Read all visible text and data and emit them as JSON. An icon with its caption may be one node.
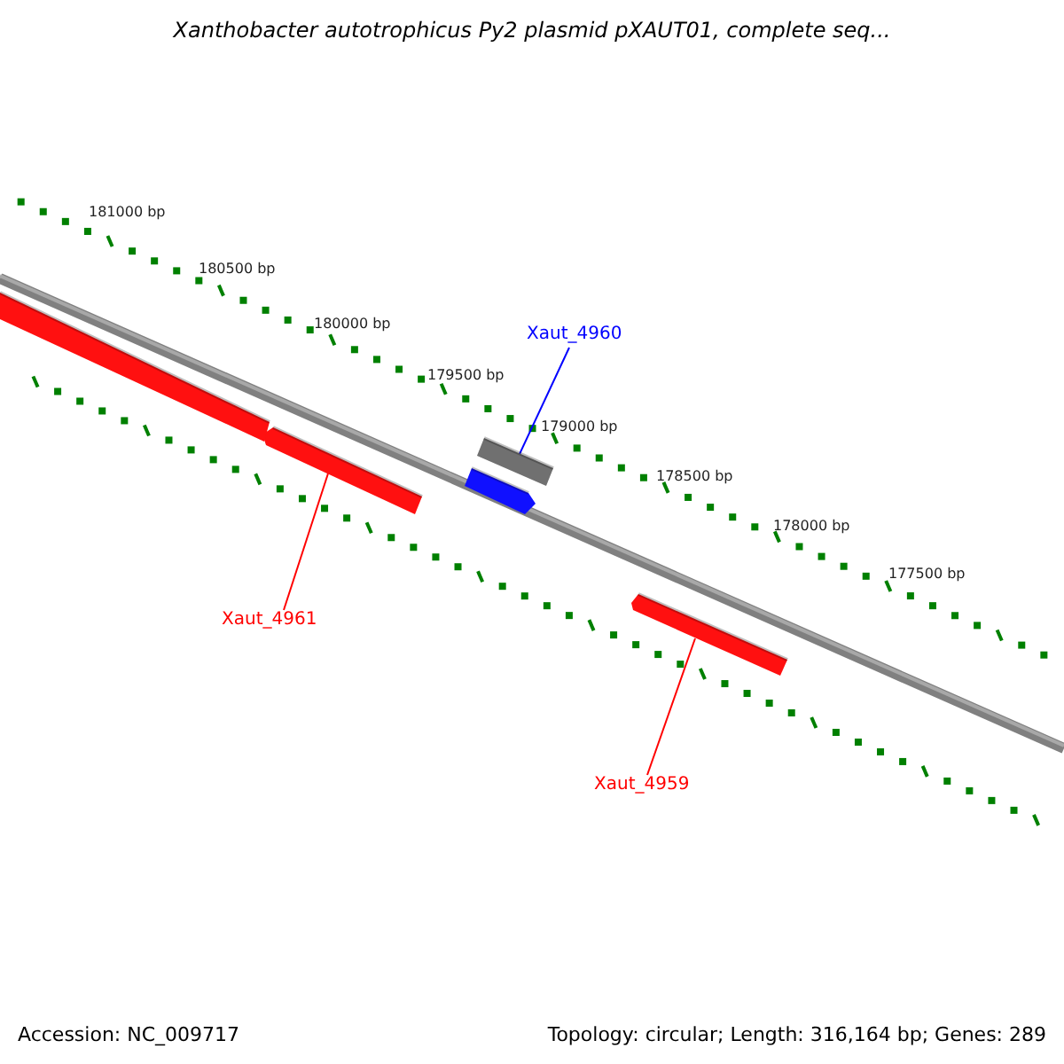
{
  "diagram": {
    "title": "Xanthobacter autotrophicus Py2 plasmid pXAUT01, complete seq...",
    "nodes": [
      {
        "text": [
          "Xaut_4960"
        ]
      },
      {
        "text": [],
        "shape": "bar"
      },
      {
        "text": [
          "Xaut_4961"
        ]
      },
      {
        "text": [],
        "shape": "bar"
      },
      {
        "text": [
          "Xaut_4959"
        ]
      },
      {
        "text": [],
        "shape": "bar"
      },
      {
        "text": [],
        "shape": "bar"
      },
      {
        "text": [],
        "shape": "bar"
      }
    ],
    "edges": [
      {
        "from": 0,
        "to": 1,
        "arrow": "none",
        "color": "#0000ff"
      },
      {
        "from": 2,
        "to": 3,
        "arrow": "none"
      },
      {
        "from": 4,
        "to": 5,
        "arrow": "none"
      }
    ],
    "labels": [
      "181000 bp",
      "180500 bp",
      "180000 bp",
      "179500 bp",
      "179000 bp",
      "178500 bp",
      "178000 bp",
      "177500 bp",
      "Accession: NC_009717",
      "Topology: circular; Length: 316,164 bp; Genes: 289"
    ]
  }
}
